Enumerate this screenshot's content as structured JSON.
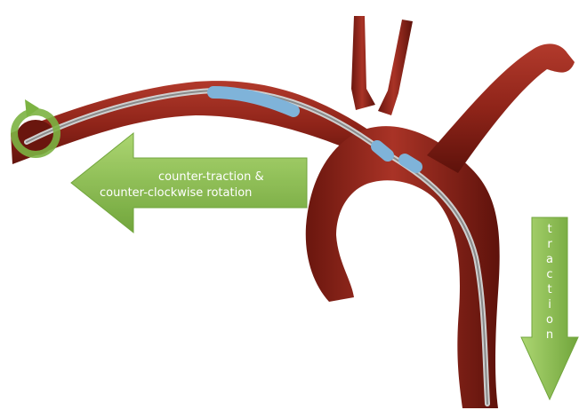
{
  "labels": {
    "left_arrow_line1": "counter-traction &",
    "left_arrow_line2": "counter-clockwise rotation",
    "down_arrow_letters": [
      "t",
      "r",
      "a",
      "c",
      "t",
      "i",
      "o",
      "n"
    ]
  },
  "colors": {
    "vessel": "#8f2419",
    "vessel_dark": "#5e120b",
    "vessel_highlight": "#c2483a",
    "arrow_green": "#7cb342",
    "arrow_green_light": "#a8d46a",
    "sheath_blue": "#7fb3d9",
    "wire": "#b8b8b8"
  },
  "icons": {
    "rotation": "counter-clockwise-rotation-icon"
  }
}
